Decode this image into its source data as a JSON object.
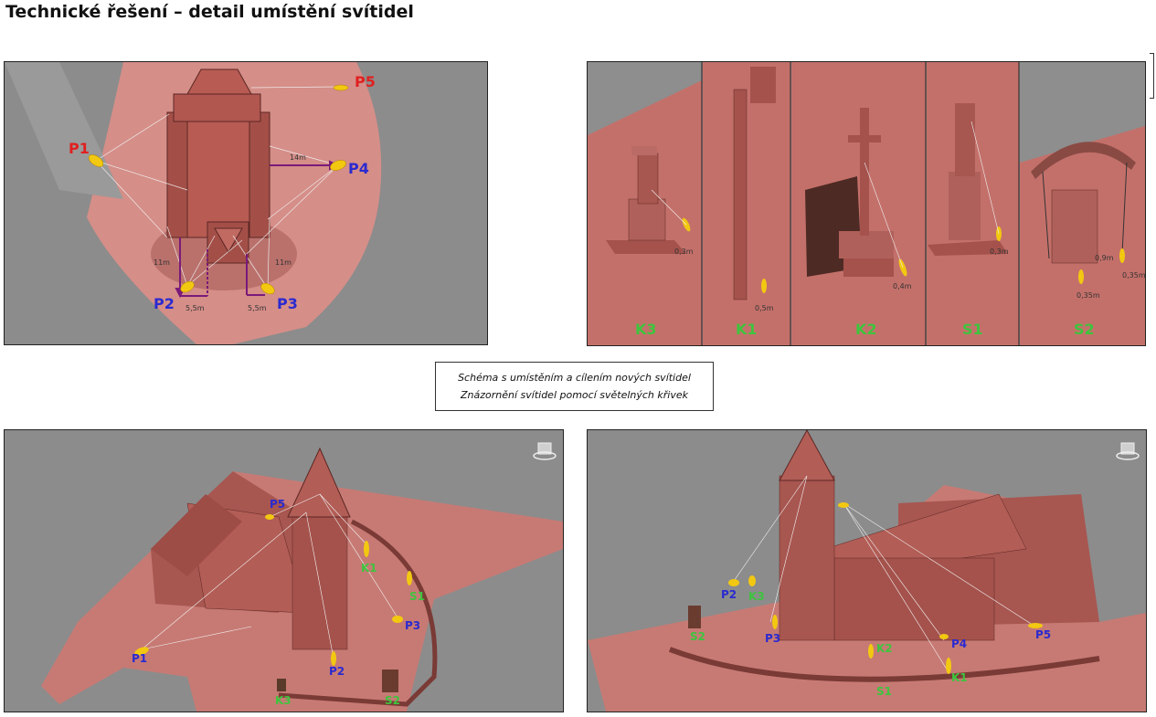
{
  "title": "Technické řešení – detail umístění svítidel",
  "caption": {
    "line1": "Schéma s umístěním a cílením nových svítidel",
    "line2": "Znázornění svítidel pomocí světelných křivek"
  },
  "plan": {
    "lights": {
      "p1": "P1",
      "p2": "P2",
      "p3": "P3",
      "p4": "P4",
      "p5": "P5"
    },
    "dims": {
      "d14": "14m",
      "d11a": "11m",
      "d11b": "11m",
      "d55a": "5,5m",
      "d55b": "5,5m"
    },
    "colors": {
      "red_label": "#e02020",
      "blue_label": "#2a2ad0",
      "dim_arrow": "#7a1a7a",
      "ground": "#d78c86"
    }
  },
  "details": {
    "k3": {
      "label": "K3",
      "dim": "0,3m"
    },
    "k1": {
      "label": "K1",
      "dim": "0,5m"
    },
    "k2": {
      "label": "K2",
      "dim": "0,4m"
    },
    "s1": {
      "label": "S1",
      "dim": "0,3m"
    },
    "s2": {
      "label": "S2",
      "dim1": "0,9m",
      "dim2": "0,35m",
      "dim3": "0,35m"
    },
    "label_color": "#3ec43e"
  },
  "view1": {
    "p1": "P1",
    "p2": "P2",
    "p3": "P3",
    "p5": "P5",
    "k1": "K1",
    "k3": "K3",
    "s1": "S1",
    "s2": "S2"
  },
  "view2": {
    "p2": "P2",
    "p3": "P3",
    "p4": "P4",
    "p5": "P5",
    "k1": "K1",
    "k2": "K2",
    "k3": "K3",
    "s1": "S1",
    "s2": "S2"
  }
}
